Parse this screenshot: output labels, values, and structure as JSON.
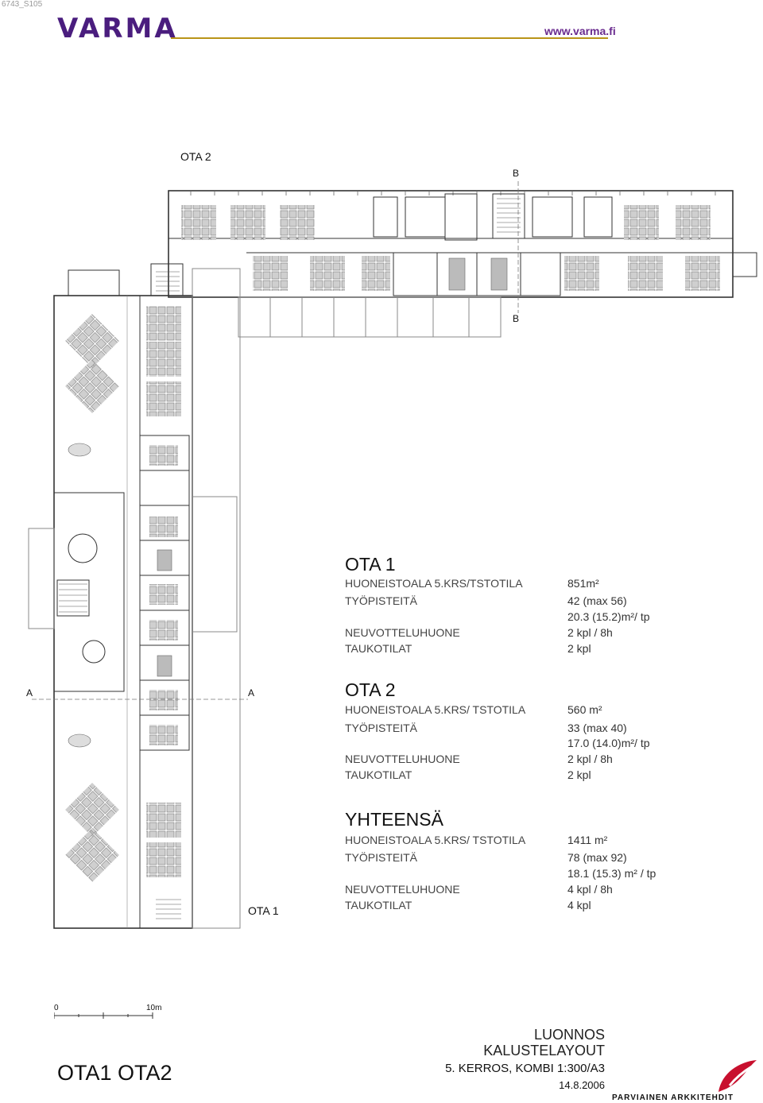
{
  "page_code": "6743_S105",
  "header": {
    "logo_text": "VARMA",
    "url": "www.varma.fi",
    "brand_color": "#4a1d7e",
    "rule_color": "#b99418"
  },
  "plan_labels": {
    "ota2": "OTA 2",
    "ota1": "OTA 1",
    "section_b_top": "B",
    "section_b_bottom": "B",
    "section_a_left": "A",
    "section_a_right": "A"
  },
  "stats": {
    "ota1": {
      "title": "OTA 1",
      "rows": [
        {
          "label": "HUONEISTOALA  5.KRS/TSTOTILA",
          "value": "851m²"
        },
        {
          "label": "TYÖPISTEITÄ",
          "value": "42 (max 56)"
        },
        {
          "label": "",
          "value": "20.3 (15.2)m²/ tp"
        },
        {
          "label": "NEUVOTTELUHUONE",
          "value": "2 kpl / 8h"
        },
        {
          "label": "TAUKOTILAT",
          "value": "2 kpl"
        }
      ]
    },
    "ota2": {
      "title": "OTA 2",
      "rows": [
        {
          "label": "HUONEISTOALA  5.KRS/ TSTOTILA",
          "value": "560 m²"
        },
        {
          "label": "TYÖPISTEITÄ",
          "value": "33 (max 40)"
        },
        {
          "label": "",
          "value": "17.0 (14.0)m²/ tp"
        },
        {
          "label": "NEUVOTTELUHUONE",
          "value": "2 kpl / 8h"
        },
        {
          "label": "TAUKOTILAT",
          "value": "2 kpl"
        }
      ]
    },
    "total": {
      "title": "YHTEENSÄ",
      "rows": [
        {
          "label": "HUONEISTOALA 5.KRS/ TSTOTILA",
          "value": "1411 m²"
        },
        {
          "label": "TYÖPISTEITÄ",
          "value": "78 (max 92)"
        },
        {
          "label": "",
          "value": "18.1 (15.3) m² / tp"
        },
        {
          "label": "NEUVOTTELUHUONE",
          "value": "4 kpl / 8h"
        },
        {
          "label": "TAUKOTILAT",
          "value": "4 kpl"
        }
      ]
    }
  },
  "scale_bar": {
    "start": "0",
    "end": "10m"
  },
  "footer": {
    "title": "OTA1 OTA2",
    "status": "LUONNOS",
    "drawing": "KALUSTELAYOUT",
    "floor": "5. KERROS, KOMBI 1:300/A3",
    "date": "14.8.2006",
    "architect": "PARVIAINEN ARKKITEHDIT",
    "architect_logo_color": "#c8102e"
  }
}
